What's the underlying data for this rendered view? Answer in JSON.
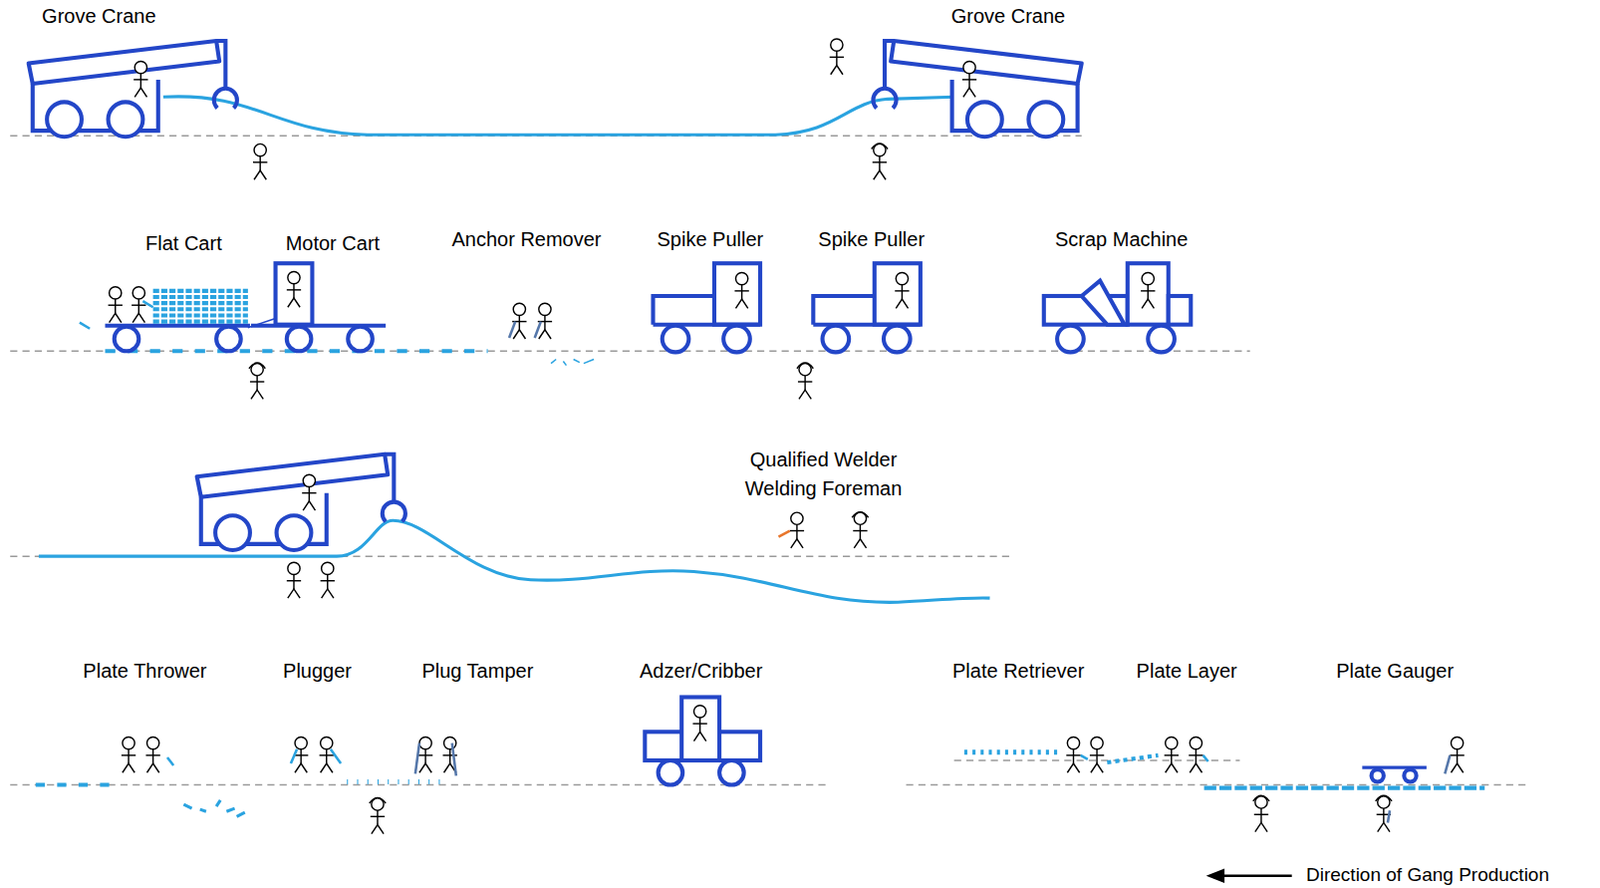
{
  "diagram": {
    "labels": [
      "Grove Crane",
      "Grove Crane",
      "Flat Cart",
      "Motor Cart",
      "Anchor Remover",
      "Spike Puller",
      "Spike Puller",
      "Scrap Machine",
      "Qualified Welder",
      "Welding Foreman",
      "Plate Thrower",
      "Plugger",
      "Plug Tamper",
      "Adzer/Cribber",
      "Plate Retriever",
      "Plate Layer",
      "Plate Gauger",
      "Direction of Gang Production"
    ]
  }
}
